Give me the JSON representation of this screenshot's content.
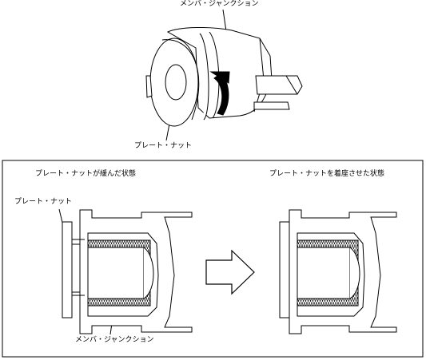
{
  "labels": {
    "top_member_junction": "メンバ・ジャンクション",
    "top_plate_nut": "プレート・ナット",
    "left_state": "プレート・ナットが緩んだ状態",
    "right_state": "プレート・ナットを着座させた状態",
    "left_plate_nut": "プレート・ナット",
    "bottom_member_junction": "メンバ・ジャンクション"
  }
}
